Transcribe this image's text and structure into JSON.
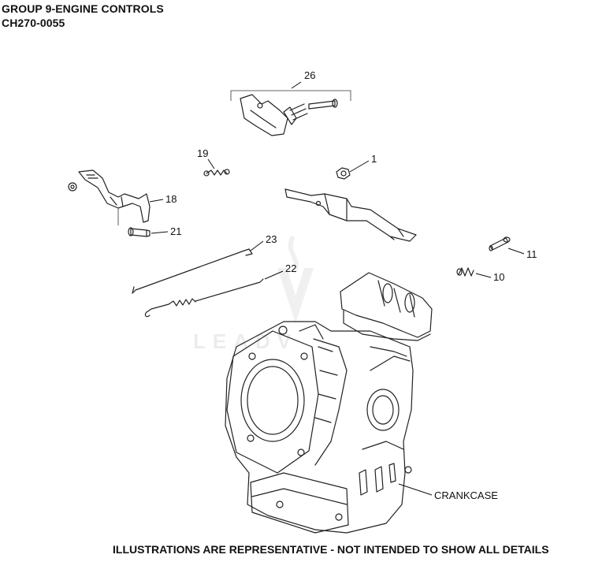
{
  "header": {
    "title": "GROUP 9-ENGINE CONTROLS",
    "code": "CH270-0055"
  },
  "footer": "ILLUSTRATIONS ARE REPRESENTATIVE - NOT INTENDED TO SHOW ALL DETAILS",
  "watermark": "LEADV",
  "callouts": {
    "c26": "26",
    "c19": "19",
    "c1": "1",
    "c18": "18",
    "c21": "21",
    "c23": "23",
    "c22": "22",
    "c11": "11",
    "c10": "10",
    "crankcase": "CRANKCASE"
  }
}
